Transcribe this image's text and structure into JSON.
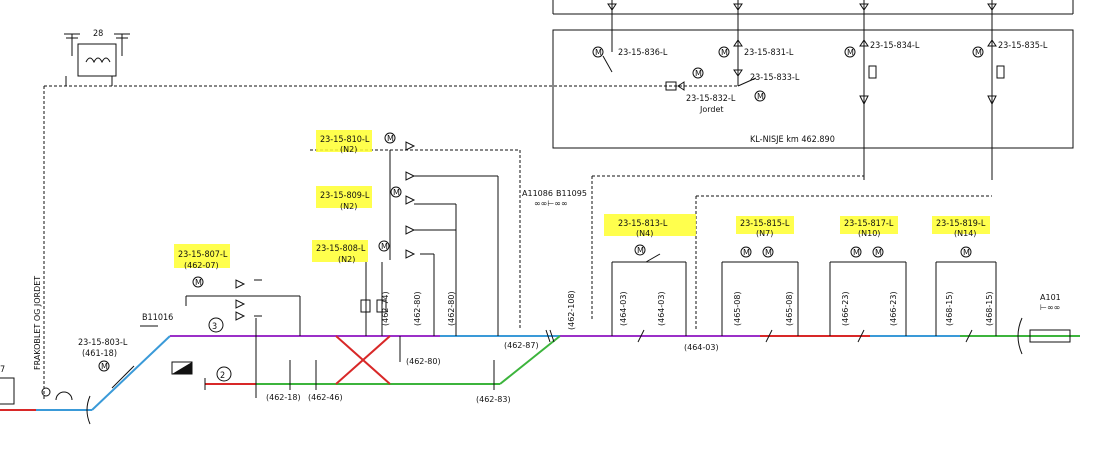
{
  "colors": {
    "purple_track": "#9b30c8",
    "blue_track": "#3a9ad8",
    "red_track": "#d82828",
    "green_track": "#3cb43c",
    "highlight": "#ffff2e",
    "ink": "#111111"
  },
  "station_box": {
    "title": "KL-NISJE km 462.890",
    "switches": [
      "23-15-836-L",
      "23-15-831-L",
      "23-15-834-L",
      "23-15-835-L",
      "23-15-832-L",
      "23-15-833-L"
    ],
    "jordet_label": "Jordet"
  },
  "transformer": {
    "number": "28"
  },
  "left_side": {
    "vertical_label": "FRAKOBLET OG JORDET",
    "edge_number": "7",
    "switch_803": {
      "id": "23-15-803-L",
      "ref": "(461-18)"
    },
    "b11016": "B11016",
    "track_3": "3",
    "track_2": "2"
  },
  "highlighted_switches": [
    {
      "id": "23-15-810-L",
      "sub": "(N2)"
    },
    {
      "id": "23-15-809-L",
      "sub": "(N2)"
    },
    {
      "id": "23-15-808-L",
      "sub": "(N2)"
    },
    {
      "id": "23-15-807-L",
      "sub": "(462-07)"
    },
    {
      "id": "23-15-813-L",
      "sub": "(N4)"
    },
    {
      "id": "23-15-815-L",
      "sub": "(N7)"
    },
    {
      "id": "23-15-817-L",
      "sub": "(N10)"
    },
    {
      "id": "23-15-819-L",
      "sub": "(N14)"
    }
  ],
  "section_labels": {
    "a11086": "A11086",
    "b11095": "B11095",
    "a101": "A101",
    "bottom": [
      "(462-18)",
      "(462-46)",
      "(462-83)",
      "(462-87)",
      "(462-80)",
      "(464-03)"
    ],
    "vertical": [
      "(462-74)",
      "(462-80)",
      "(462-80)",
      "(462-108)",
      "(464-03)",
      "(464-03)",
      "(465-08)",
      "(465-08)",
      "(466-23)",
      "(466-23)",
      "(468-15)",
      "(468-15)"
    ]
  },
  "motor_symbol": "M"
}
